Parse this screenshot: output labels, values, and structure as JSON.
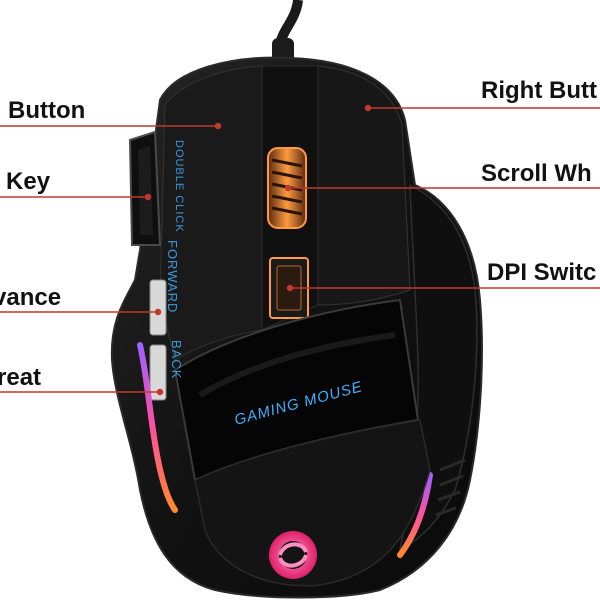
{
  "callouts": {
    "left_button": "Button",
    "double_click_key": "e Key",
    "advance": "vance",
    "retreat": "reat",
    "right_button": "Right Butt",
    "scroll_wheel": "Scroll Wh",
    "dpi_switch": "DPI Switc"
  },
  "mouse_printing": {
    "double_click": "DOUBLE CLICK",
    "forward": "FORWARD",
    "back": "BACK",
    "gaming_mouse": "GAMING MOUSE"
  },
  "colors": {
    "leader_line": "#c0392b",
    "mouse_body": "#141414",
    "mouse_edge": "#2a2a2a",
    "blue_print": "#3a9be0",
    "glow_orange": "#ff8a2a",
    "glow_pink": "#ff4fa0",
    "glow_purple": "#a060ff"
  },
  "icons": {
    "logo": "swirl-logo-icon"
  }
}
